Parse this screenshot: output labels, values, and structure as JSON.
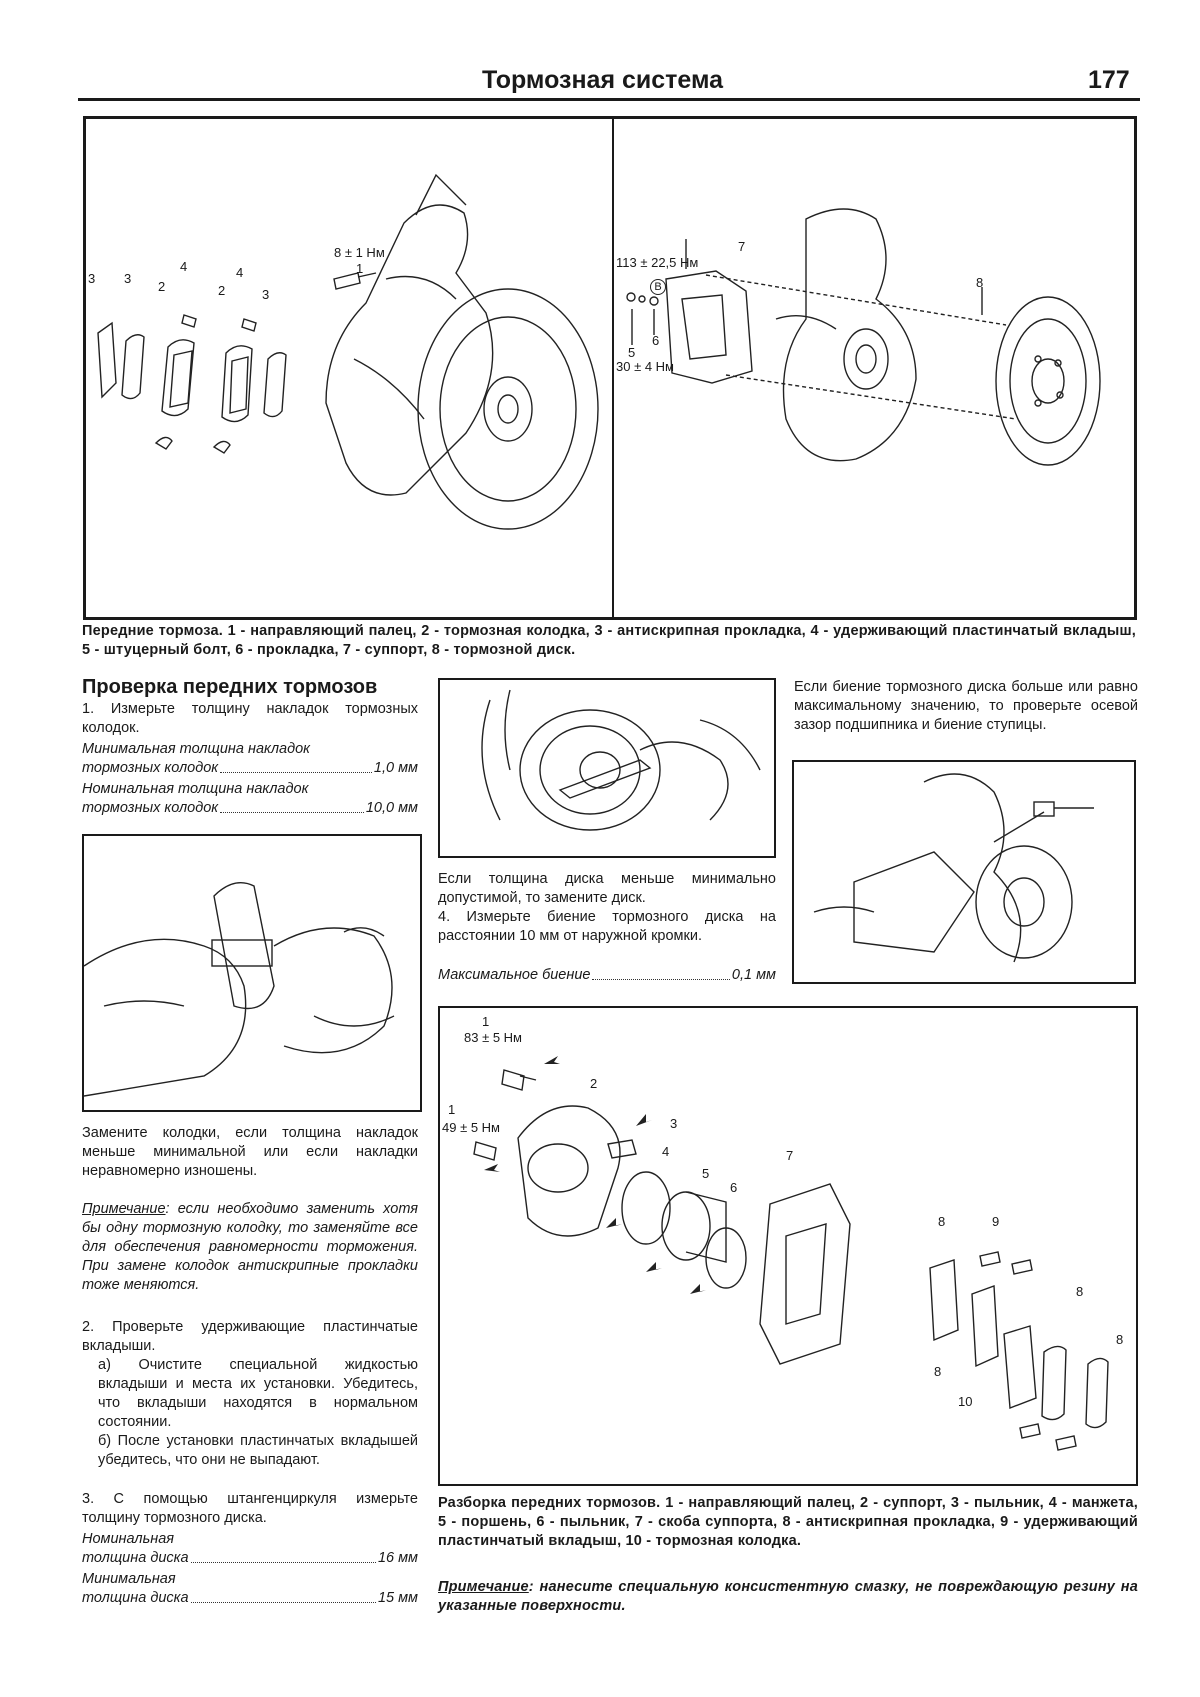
{
  "header": {
    "title": "Тормозная система",
    "page_number": "177"
  },
  "fig_front_brakes": {
    "left_labels": [
      "3",
      "3",
      "2",
      "4",
      "4",
      "2",
      "3"
    ],
    "torque_pin": "8 ± 1 Нм",
    "pin_num": "1",
    "right_labels": {
      "torque_caliper": "113 ± 22,5 Нм",
      "num7": "7",
      "num8": "8",
      "numB": "B",
      "num5": "5",
      "num6": "6",
      "torque_bolt": "30 ± 4 Нм"
    },
    "caption": "Передние тормоза. 1 - направляющий палец, 2 - тормозная колодка, 3 - антискрипная прокладка, 4 - удерживающий пластинчатый вкладыш, 5 - штуцерный болт, 6 - прокладка, 7 - суппорт, 8 - тормозной диск."
  },
  "section": {
    "heading": "Проверка передних тормозов",
    "step1": "1. Измерьте толщину накладок тормозных колодок.",
    "spec_min_label_1": "Минимальная толщина накладок",
    "spec_min_label_2": "тормозных колодок",
    "spec_min_value": "1,0 мм",
    "spec_nom_label_1": "Номинальная толщина накладок",
    "spec_nom_label_2": "тормозных колодок",
    "spec_nom_value": "10,0 мм",
    "replace_pads": "Замените колодки, если толщина накладок меньше минимальной или если накладки неравномерно изношены.",
    "note_label": "Примечание",
    "note_text": ": если необходимо заменить хотя бы одну тормозную колодку, то заменяйте все для обеспечения равномерности торможения. При замене колодок антискрипные прокладки тоже меняются.",
    "step2": "2. Проверьте удерживающие пластинчатые вкладыши.",
    "step2a": "а) Очистите специальной жидкостью вкладыши и места их установки. Убедитесь, что вкладыши находятся в нормальном состоянии.",
    "step2b": "б) После установки пластинчатых вкладышей убедитесь, что они не выпадают.",
    "step3": "3. С помощью штангенциркуля измерьте толщину тормозного диска.",
    "disc_nom_label_1": "Номинальная",
    "disc_nom_label_2": "толщина диска",
    "disc_nom_value": "16 мм",
    "disc_min_label_1": "Минимальная",
    "disc_min_label_2": "толщина диска",
    "disc_min_value": "15 мм"
  },
  "middle_column": {
    "text1": "Если толщина диска меньше минимально допустимой, то замените диск.",
    "step4": "4. Измерьте биение тормозного диска на расстоянии 10 мм от наружной кромки.",
    "runout_label": "Максимальное биение",
    "runout_value": "0,1 мм"
  },
  "right_column": {
    "text": "Если биение тормозного диска больше или равно максимальному значению, то проверьте осевой зазор подшипника и биение ступицы."
  },
  "fig_disassembly": {
    "labels": {
      "n1a": "1",
      "torque1": "83 ± 5 Нм",
      "n2": "2",
      "n1b": "1",
      "torque2": "49 ± 5 Нм",
      "n3": "3",
      "n4": "4",
      "n5": "5",
      "n6": "6",
      "n7": "7",
      "n8a": "8",
      "n9": "9",
      "n8b": "8",
      "n8c": "8",
      "n8d": "8",
      "n10": "10"
    },
    "caption": "Разборка передних тормозов. 1 - направляющий палец, 2 - суппорт, 3 - пыльник, 4 - манжета, 5 - поршень, 6 - пыльник, 7 - скоба суппорта, 8 - антискрипная прокладка, 9 - удерживающий пластинчатый вкладыш, 10 - тормозная колодка.",
    "note_label": "Примечание",
    "note_text": ": нанесите специальную консистентную смазку, не повреждающую резину на указанные поверхности."
  }
}
